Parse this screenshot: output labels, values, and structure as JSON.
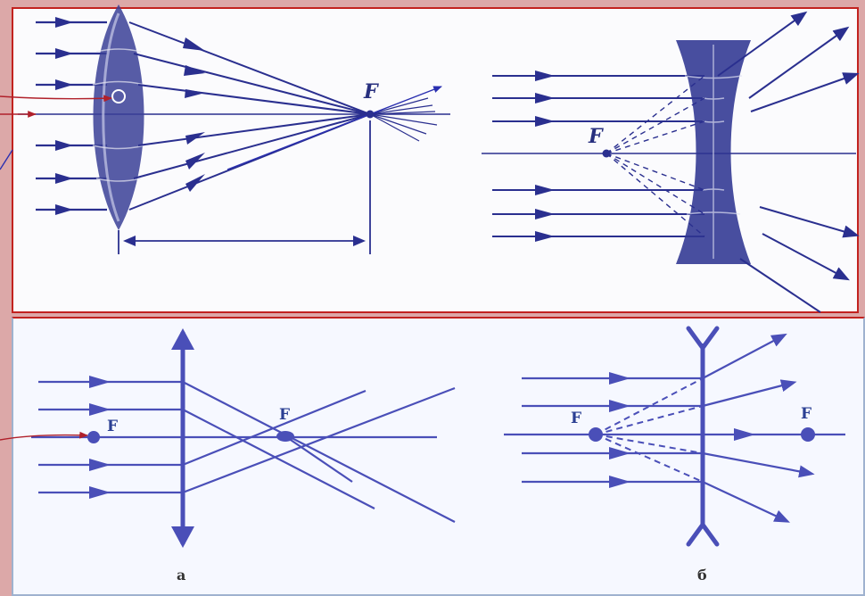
{
  "top_panel": {
    "converging_focus_label": "F",
    "diverging_focus_label": "F"
  },
  "bottom_panel": {
    "converging_left_focus_label": "F",
    "converging_right_focus_label": "F",
    "diverging_left_focus_label": "F",
    "diverging_right_focus_label": "F",
    "caption_a": "а",
    "caption_b": "б"
  },
  "colors": {
    "ray": "#2a2f8f",
    "lens": "#2d3390",
    "bottom_ray": "#4a4fb8",
    "pointer_line": "#b0202a",
    "frame_border": "#c2221f"
  }
}
